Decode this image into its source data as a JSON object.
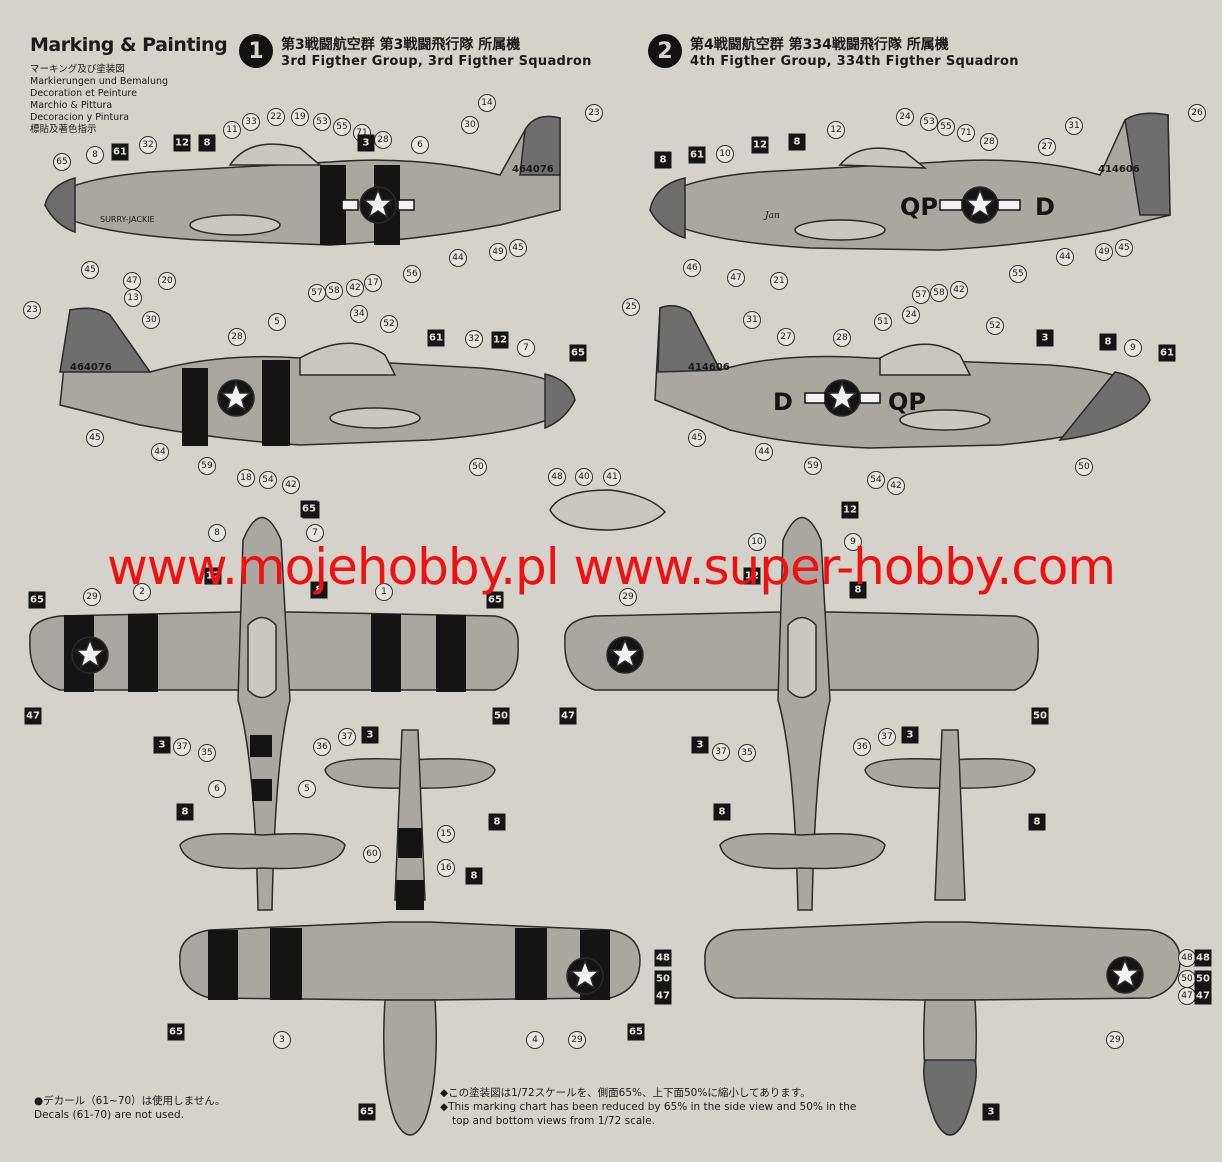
{
  "header": {
    "title": "Marking & Painting",
    "subtitles": [
      "マーキング及び塗装図",
      "Markierungen und Bemalung",
      "Decoration et Peinture",
      "Marchio & Pittura",
      "Decoracion y Pintura",
      "標貼及著色指示"
    ]
  },
  "schemes": [
    {
      "number": "1",
      "jp": "第3戦闘航空群 第3戦闘飛行隊 所属機",
      "en": "3rd Figther Group, 3rd Figther Squadron",
      "serial": "464076",
      "nose_art": "SURRY-JACKIE"
    },
    {
      "number": "2",
      "jp": "第4戦闘航空群 第334戦闘飛行隊 所属機",
      "en": "4th Figther Group, 334th Figther Squadron",
      "serial": "414606",
      "codes": [
        "QP",
        "D"
      ],
      "nose_art": "Jan"
    }
  ],
  "watermark": "www.mojehobby.pl www.super-hobby.com",
  "notes": {
    "decals_jp": "●デカール（61~70）は使用しません。",
    "decals_en": "Decals (61-70) are not used.",
    "scale_jp": "◆この塗装図は1/72スケールを、側面65%、上下面50%に縮小してあります。",
    "scale_en_1": "◆This marking chart has been reduced by 65% in the side view and 50% in the",
    "scale_en_2": "top and bottom views from 1/72 scale."
  },
  "callouts": {
    "circles": [
      "65",
      "8",
      "32",
      "11",
      "33",
      "22",
      "19",
      "53",
      "55",
      "71",
      "28",
      "6",
      "14",
      "30",
      "23",
      "45",
      "47",
      "20",
      "49",
      "45",
      "57",
      "58",
      "42",
      "17",
      "56",
      "44",
      "10",
      "12",
      "24",
      "53",
      "55",
      "71",
      "28",
      "27",
      "31",
      "26",
      "46",
      "47",
      "21",
      "57",
      "58",
      "42",
      "55",
      "44",
      "49",
      "45",
      "23",
      "13",
      "30",
      "28",
      "5",
      "34",
      "52",
      "32",
      "7",
      "45",
      "44",
      "59",
      "18",
      "54",
      "42",
      "50",
      "25",
      "31",
      "27",
      "28",
      "51",
      "24",
      "52",
      "9",
      "45",
      "44",
      "59",
      "54",
      "42",
      "50",
      "48",
      "40",
      "41",
      "8",
      "7",
      "2",
      "1",
      "29",
      "37",
      "35",
      "36",
      "37",
      "6",
      "5",
      "10",
      "9",
      "29",
      "37",
      "35",
      "36",
      "37",
      "15",
      "60",
      "16",
      "3",
      "4",
      "29",
      "29",
      "48",
      "50",
      "47"
    ],
    "boxes": [
      "61",
      "12",
      "8",
      "3",
      "61",
      "12",
      "8",
      "8",
      "12",
      "61",
      "65",
      "8",
      "3",
      "61",
      "12",
      "3",
      "65",
      "12",
      "8",
      "65",
      "65",
      "47",
      "50",
      "3",
      "3",
      "12",
      "8",
      "47",
      "50",
      "3",
      "3",
      "8",
      "8",
      "8",
      "8",
      "8",
      "65",
      "65",
      "48",
      "50",
      "47",
      "65",
      "3",
      "48",
      "50",
      "47"
    ]
  },
  "colors": {
    "background": "#d4d2cb",
    "line": "#2a2a2a",
    "olive": "#6e6e6e",
    "stripe": "#141414",
    "watermark": "#f01010"
  }
}
